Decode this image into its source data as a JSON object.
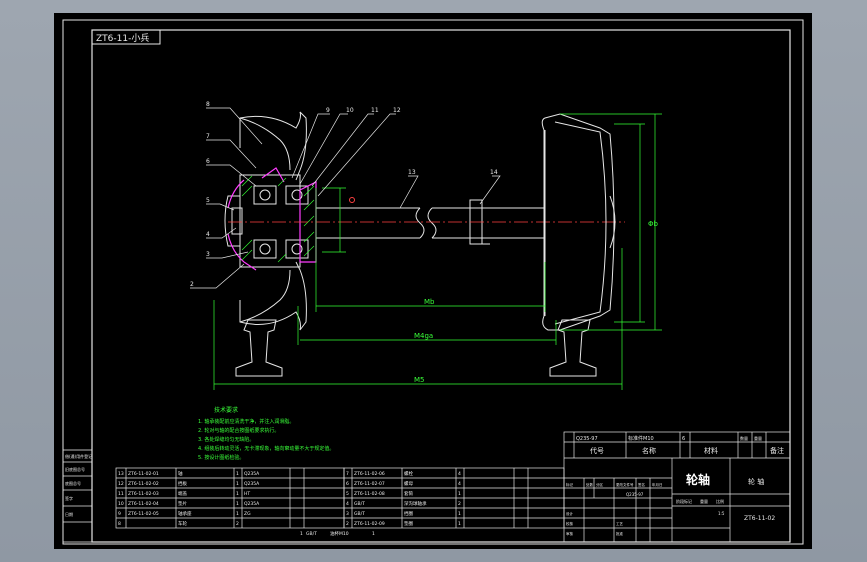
{
  "drawing": {
    "title_tag": "ZT6-11-小兵",
    "drawing_number": "ZT6-11-02",
    "part_name": "轮轴",
    "unit": "轮 轴",
    "scale": "1:5",
    "material_code": "Q235-97",
    "quantity_col": "6"
  },
  "balloons": [
    "8",
    "7",
    "6",
    "5",
    "4",
    "3",
    "2",
    "9",
    "10",
    "11",
    "12",
    "13",
    "14"
  ],
  "dims": {
    "span1": "Mb",
    "span2": "M4ga",
    "span3": "M5",
    "diam": "Φb"
  },
  "notes": {
    "heading": "技术要求",
    "lines": [
      "1. 轴承装配前应清洗干净，并注入润滑脂。",
      "2. 轮对与轴的配合按图纸要求执行。",
      "3. 各处焊缝均匀无缺陷。",
      "4. 组装后转动灵活，无卡滞现象，轴向窜动量不大于规定值。",
      "5. 按设计图纸检验。"
    ]
  },
  "title_block": {
    "row_code": "Q235-97",
    "row_name": "标准件M10",
    "col_code": "代号",
    "col_name": "名称",
    "col_material": "材料",
    "col_remark": "备注",
    "col_qty": "数量",
    "col_weight": "重量",
    "labels": [
      "标记",
      "处数",
      "分区",
      "更改文件号",
      "签名",
      "年月日"
    ],
    "labels2": [
      "设计",
      "校核",
      "审核",
      "工艺",
      "批准"
    ],
    "stage_labels": [
      "阶段标记",
      "重量",
      "比例"
    ]
  },
  "bom": {
    "left": [
      [
        "13",
        "ZT6-11-02-01",
        "轴",
        "1",
        "Q235A",
        "",
        ""
      ],
      [
        "12",
        "ZT6-11-02-02",
        "挡板",
        "1",
        "Q235A",
        "",
        ""
      ],
      [
        "11",
        "ZT6-11-02-03",
        "端盖",
        "1",
        "HT",
        "",
        ""
      ],
      [
        "10",
        "ZT6-11-02-04",
        "垫片",
        "1",
        "Q235A",
        "",
        ""
      ],
      [
        "9",
        "ZT6-11-02-05",
        "轴承座",
        "1",
        "ZG",
        "",
        ""
      ],
      [
        "8",
        "",
        "车轮",
        "2",
        "",
        "",
        ""
      ]
    ],
    "mid": [
      [
        "7",
        "ZT6-11-02-06",
        "螺栓",
        "4",
        "",
        "",
        ""
      ],
      [
        "6",
        "ZT6-11-02-07",
        "螺母",
        "4",
        "",
        "",
        ""
      ],
      [
        "5",
        "ZT6-11-02-08",
        "套筒",
        "1",
        "",
        "",
        ""
      ],
      [
        "4",
        "GB/T",
        "深沟球轴承",
        "2",
        "",
        "",
        ""
      ],
      [
        "3",
        "GB/T",
        "挡圈",
        "1",
        "",
        "",
        ""
      ],
      [
        "2",
        "ZT6-11-02-09",
        "垫圈",
        "1",
        "",
        "",
        ""
      ],
      [
        "1",
        "GB/T",
        "油杯M10",
        "1",
        "",
        "",
        ""
      ]
    ],
    "side_labels": [
      "借(通)用件登记",
      "旧底图总号",
      "底图总号",
      "签字",
      "日期"
    ]
  },
  "colors": {
    "line_white": "#e6e6e6",
    "line_green": "#33ff33",
    "line_magenta": "#ff3cff",
    "line_red": "#ff4040",
    "line_yellow": "#ffff40"
  }
}
